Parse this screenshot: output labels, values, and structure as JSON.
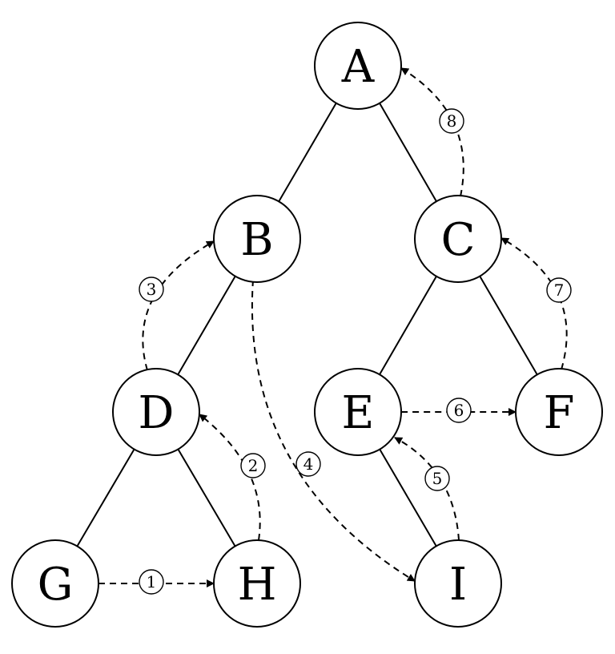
{
  "nodes": [
    {
      "id": "A",
      "label": "A"
    },
    {
      "id": "B",
      "label": "B"
    },
    {
      "id": "C",
      "label": "C"
    },
    {
      "id": "D",
      "label": "D"
    },
    {
      "id": "E",
      "label": "E"
    },
    {
      "id": "F",
      "label": "F"
    },
    {
      "id": "G",
      "label": "G"
    },
    {
      "id": "H",
      "label": "H"
    },
    {
      "id": "I",
      "label": "I"
    }
  ],
  "tree_edges": [
    {
      "from": "A",
      "to": "B"
    },
    {
      "from": "A",
      "to": "C"
    },
    {
      "from": "B",
      "to": "D"
    },
    {
      "from": "C",
      "to": "E"
    },
    {
      "from": "C",
      "to": "F"
    },
    {
      "from": "D",
      "to": "G"
    },
    {
      "from": "D",
      "to": "H"
    },
    {
      "from": "E",
      "to": "I"
    }
  ],
  "threads": [
    {
      "step": "1",
      "from": "G",
      "to": "H"
    },
    {
      "step": "2",
      "from": "H",
      "to": "D"
    },
    {
      "step": "3",
      "from": "D",
      "to": "B"
    },
    {
      "step": "4",
      "from": "B",
      "to": "I"
    },
    {
      "step": "5",
      "from": "I",
      "to": "E"
    },
    {
      "step": "6",
      "from": "E",
      "to": "F"
    },
    {
      "step": "7",
      "from": "F",
      "to": "C"
    },
    {
      "step": "8",
      "from": "C",
      "to": "A"
    }
  ]
}
